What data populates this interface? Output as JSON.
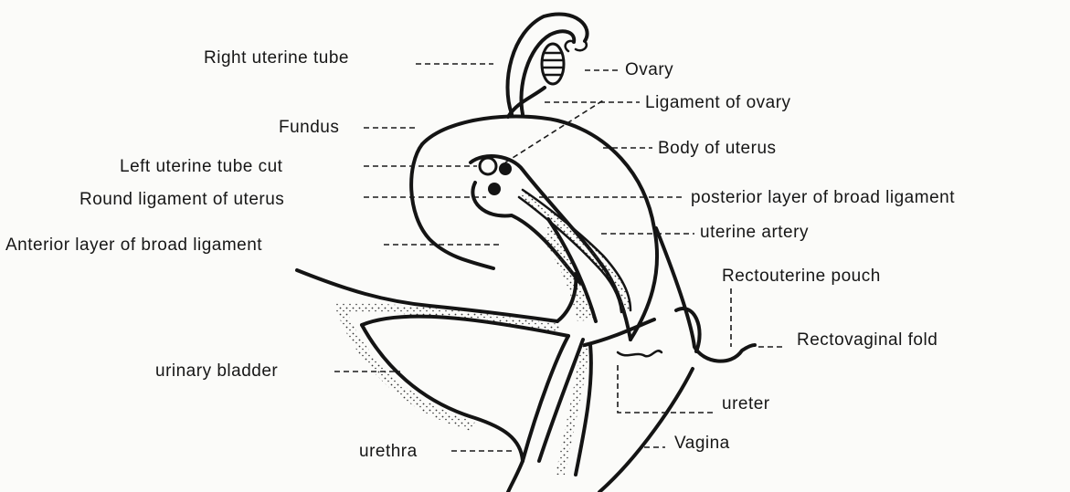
{
  "labels": {
    "right_uterine_tube": "Right uterine tube",
    "ovary": "Ovary",
    "ligament_of_ovary": "Ligament of ovary",
    "fundus": "Fundus",
    "body_of_uterus": "Body of uterus",
    "left_uterine_tube_cut": "Left uterine tube cut",
    "round_ligament": "Round ligament of uterus",
    "posterior_layer": "posterior layer of broad ligament",
    "uterine_artery": "uterine artery",
    "anterior_layer": "Anterior layer of broad ligament",
    "rectouterine_pouch": "Rectouterine pouch",
    "rectovaginal_fold": "Rectovaginal fold",
    "urinary_bladder": "urinary bladder",
    "ureter": "ureter",
    "urethra": "urethra",
    "vagina": "Vagina"
  },
  "colors": {
    "ink": "#141414",
    "paper": "#fbfbf9"
  }
}
